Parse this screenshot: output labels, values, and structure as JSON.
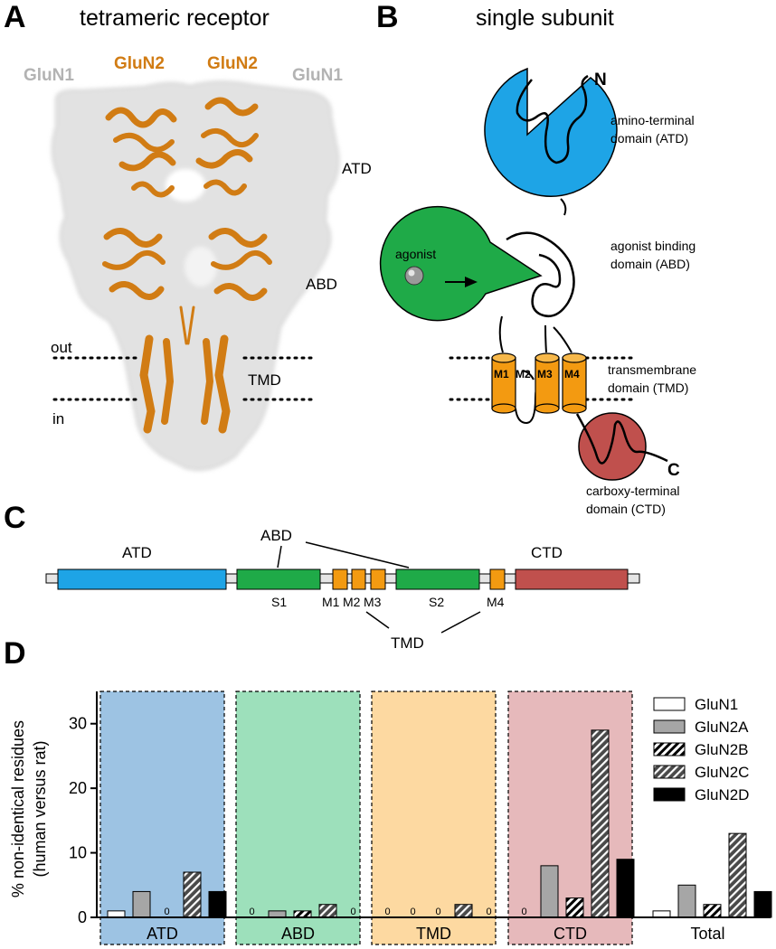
{
  "panel_a": {
    "letter": "A",
    "title": "tetrameric receptor",
    "subunit_left_outer": "GluN1",
    "subunit_left_inner": "GluN2",
    "subunit_right_inner": "GluN2",
    "subunit_right_outer": "GluN1",
    "domain_atd": "ATD",
    "domain_abd": "ABD",
    "domain_tmd": "TMD",
    "out_label": "out",
    "in_label": "in"
  },
  "panel_b": {
    "letter": "B",
    "title": "single subunit",
    "n_terminus": "N",
    "c_terminus": "C",
    "atd_line1": "amino-terminal",
    "atd_line2": "domain (ATD)",
    "abd_line1": "agonist binding",
    "abd_line2": "domain (ABD)",
    "agonist": "agonist",
    "tmd_line1": "transmembrane",
    "tmd_line2": "domain (TMD)",
    "ctd_line1": "carboxy-terminal",
    "ctd_line2": "domain (CTD)",
    "m1": "M1",
    "m2": "M2",
    "m3": "M3",
    "m4": "M4"
  },
  "panel_c": {
    "letter": "C",
    "atd": "ATD",
    "abd": "ABD",
    "ctd": "CTD",
    "tmd": "TMD",
    "s1": "S1",
    "s2": "S2",
    "m1": "M1",
    "m2": "M2",
    "m3": "M3",
    "m4": "M4"
  },
  "colors": {
    "atd": "#1ea4e6",
    "abd": "#1faa48",
    "tmd": "#f39a11",
    "ctd": "#c0504d",
    "glun2": "#d17c14",
    "glun1": "#b3b3b3"
  },
  "chart_data": {
    "type": "bar",
    "panel_letter": "D",
    "ylabel_line1": "% non-identical residues",
    "ylabel_line2": "(human versus rat)",
    "ylim": [
      0,
      35
    ],
    "yticks": [
      "0",
      "10",
      "20",
      "30"
    ],
    "categories": [
      "ATD",
      "ABD",
      "TMD",
      "CTD",
      "Total"
    ],
    "category_backgrounds": [
      "#9dc3e3",
      "#9de0bb",
      "#fdd9a1",
      "#e6b9bb",
      ""
    ],
    "zero_marker": "0",
    "series": [
      {
        "name": "GluN1",
        "pattern": "white",
        "values": [
          1,
          0,
          0,
          0,
          1
        ]
      },
      {
        "name": "GluN2A",
        "pattern": "gray",
        "values": [
          4,
          1,
          0,
          8,
          5
        ]
      },
      {
        "name": "GluN2B",
        "pattern": "hatch-light",
        "values": [
          0,
          1,
          0,
          3,
          2
        ]
      },
      {
        "name": "GluN2C",
        "pattern": "hatch-dark",
        "values": [
          7,
          2,
          2,
          29,
          13
        ]
      },
      {
        "name": "GluN2D",
        "pattern": "black",
        "values": [
          4,
          0,
          0,
          9,
          4
        ]
      }
    ],
    "legend_position": "top-right"
  }
}
